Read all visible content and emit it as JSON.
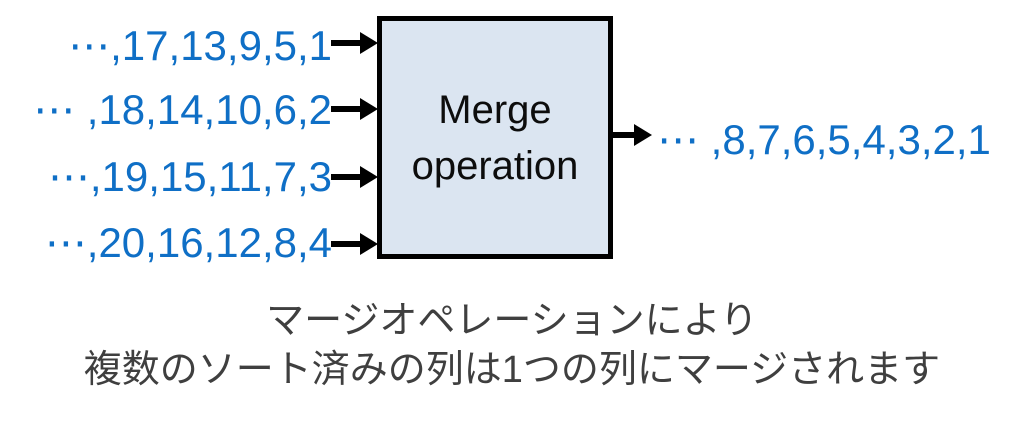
{
  "diagram": {
    "inputs": [
      {
        "label": "⋯,17,13,9,5,1"
      },
      {
        "label": "⋯ ,18,14,10,6,2"
      },
      {
        "label": "⋯,19,15,11,7,3"
      },
      {
        "label": "⋯,20,16,12,8,4"
      }
    ],
    "box": {
      "label": "Merge operation"
    },
    "output": {
      "label": "⋯ ,8,7,6,5,4,3,2,1"
    },
    "colors": {
      "sequence_text": "#0F6FC6",
      "box_fill": "#DBE5F1",
      "box_border": "#000000",
      "arrow": "#000000",
      "caption_text": "#3F3F3F"
    }
  },
  "caption": {
    "line1": "マージオペレーションにより",
    "line2": "複数のソート済みの列は1つの列にマージされます"
  }
}
